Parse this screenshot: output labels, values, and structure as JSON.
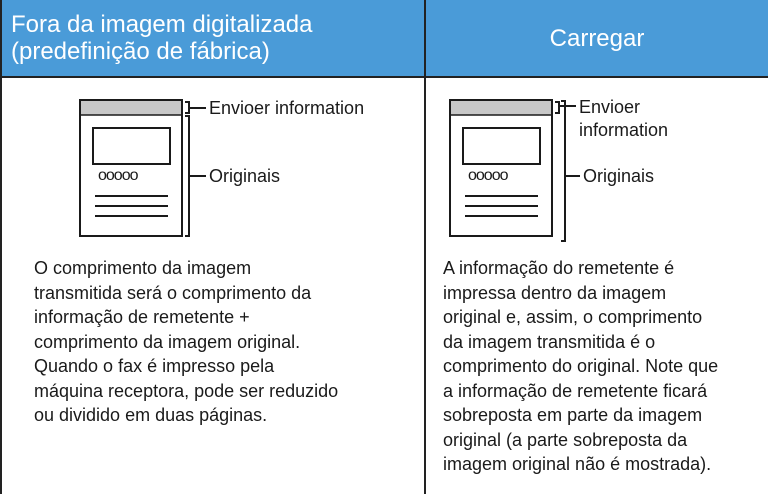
{
  "columns": [
    {
      "header": "Fora da imagem digitalizada\n(predefinição de fábrica)",
      "illustration": {
        "sender_label": "Envioer information",
        "originals_label": "Originais",
        "dots": "ooooo"
      },
      "description": "O comprimento da imagem\ntransmitida será o comprimento da\ninformação de remetente +\ncomprimento da imagem original.\nQuando o fax é impresso pela\nmáquina receptora, pode ser reduzido\nou dividido em duas páginas."
    },
    {
      "header": "Carregar",
      "illustration": {
        "sender_label_line1": "Envioer",
        "sender_label_line2": "information",
        "originals_label": "Originais",
        "dots": "ooooo"
      },
      "description": "A informação do remetente é\nimpressa dentro da imagem\noriginal e, assim, o comprimento\nda imagem transmitida é o\ncomprimento do original. Note que\na informação de remetente ficará\nsobreposta em parte da imagem\noriginal (a parte sobreposta da\nimagem original não é mostrada)."
    }
  ],
  "colors": {
    "header_bg": "#4a9bd8",
    "header_text": "#ffffff",
    "sender_bar": "#c8c8c8"
  }
}
